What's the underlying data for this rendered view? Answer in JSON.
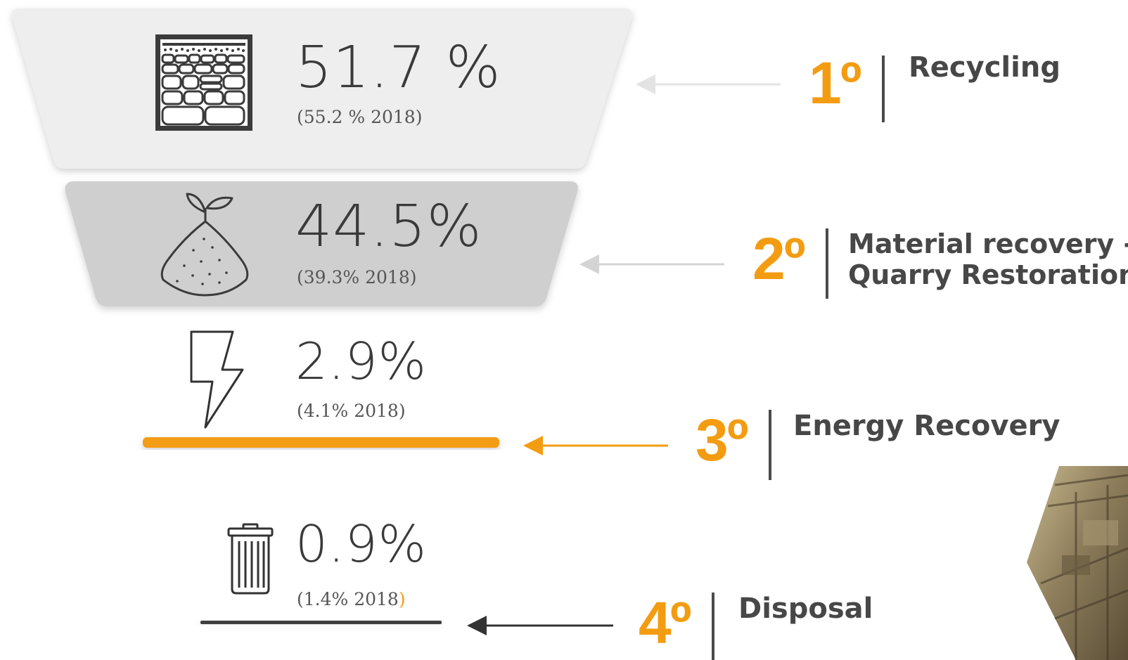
{
  "colors": {
    "accent": "#f39c12",
    "text": "#474747",
    "tier1_fill": "#eeeeee",
    "tier2_fill": "#cfcfcf",
    "arrow_light": "#d9d9d9",
    "arrow_dark": "#333333"
  },
  "tiers": [
    {
      "rank_number": "1",
      "rank_symbol": "º",
      "label": "Recycling",
      "percent": "51.7 %",
      "previous": "(55.2 % 2018)",
      "icon": "soil-layers-icon"
    },
    {
      "rank_number": "2",
      "rank_symbol": "º",
      "label_line1": "Material recovery -",
      "label_line2": "Quarry Restoration",
      "percent": "44.5%",
      "previous": "(39.3% 2018)",
      "icon": "sprout-soil-icon"
    },
    {
      "rank_number": "3",
      "rank_symbol": "º",
      "label": "Energy Recovery",
      "percent": "2.9%",
      "previous": "(4.1% 2018)",
      "icon": "lightning-icon"
    },
    {
      "rank_number": "4",
      "rank_symbol": "º",
      "label": "Disposal",
      "percent": "0.9%",
      "previous_main": "(1.4% 2018",
      "previous_close": ")",
      "icon": "trash-bin-icon"
    }
  ]
}
